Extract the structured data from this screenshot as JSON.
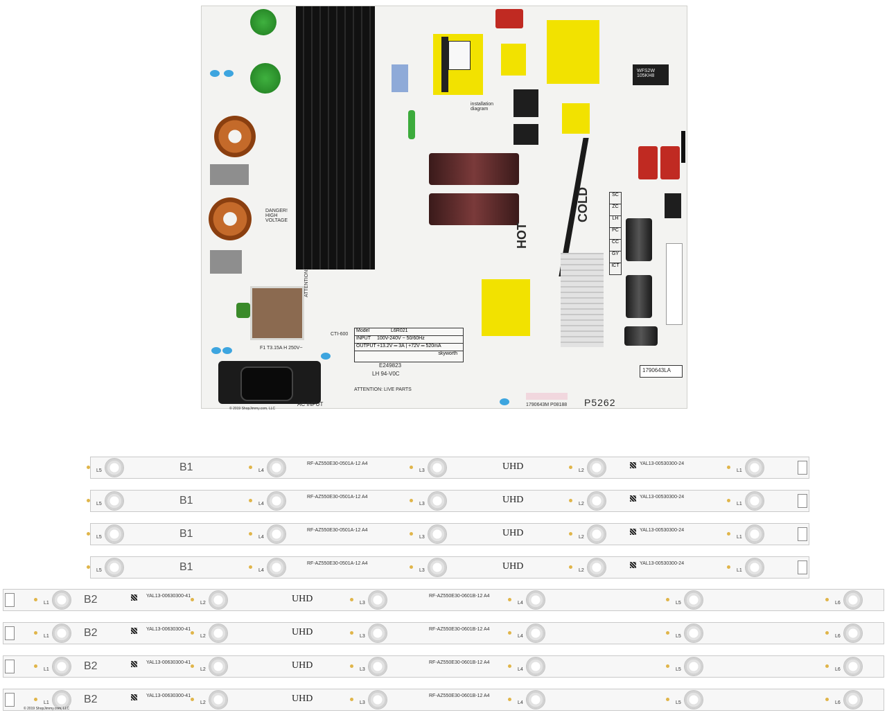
{
  "pcb": {
    "model_label": "L6R021",
    "model_caption": "Model",
    "input_label": "INPUT",
    "input_value": "100V-240V ~ 50/60Hz",
    "output_label": "OUTPUT",
    "output_value": "+13.2V ═ 3A | +72V ═ 520mA",
    "brand": "skyworth",
    "cert": "E249823",
    "flame": "LH 94-V0C",
    "board_code": "P5262",
    "sticker": "1790643LA",
    "hot": "HOT",
    "cold": "COLD",
    "ac_input": "AC INPUT",
    "attention": "ATTENTION: LIVE PARTS",
    "danger": "DANGER! HIGH VOLTAGE",
    "fuse": "F1 T3.15A H 250V~",
    "pin_labels": [
      "ICT",
      "GY",
      "CC",
      "PC",
      "LH",
      "ZC",
      "SC"
    ],
    "cti": "CTI-600",
    "barcode_text": "1790643M P08188",
    "rating": "WFS2W 105KH8",
    "installation": "installation diagram",
    "copyright": "© 2019 ShopJimmy.com, LLC"
  },
  "strips_a": {
    "part_number": "RF-AZ550E30-0501A-12   A4",
    "b_label": "B1",
    "uhd": "UHD",
    "code": "YAL13-00530300-24",
    "lens_labels": [
      "L5",
      "L4",
      "L3",
      "L2",
      "L1"
    ]
  },
  "strips_b": {
    "part_number": "RF-AZ550E30-0601B-12   A4",
    "b_label": "B2",
    "uhd": "UHD",
    "code": "YAL13-00630300-41",
    "lens_labels": [
      "L1",
      "L2",
      "L3",
      "L4",
      "L5",
      "L6"
    ]
  },
  "footer": {
    "copyright": "© 2019 ShopJimmy.com, LLC"
  }
}
